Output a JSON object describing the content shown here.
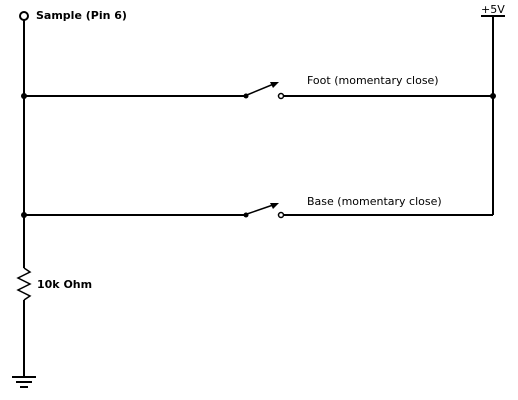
{
  "labels": {
    "sample": "Sample (Pin 6)",
    "vcc": "+5V",
    "switch_top": "Foot (momentary close)",
    "switch_bottom": "Base (momentary close)",
    "resistor": "10k Ohm"
  },
  "components": {
    "switches": [
      "foot",
      "base"
    ],
    "resistor": "resistor",
    "ground": "ground"
  }
}
